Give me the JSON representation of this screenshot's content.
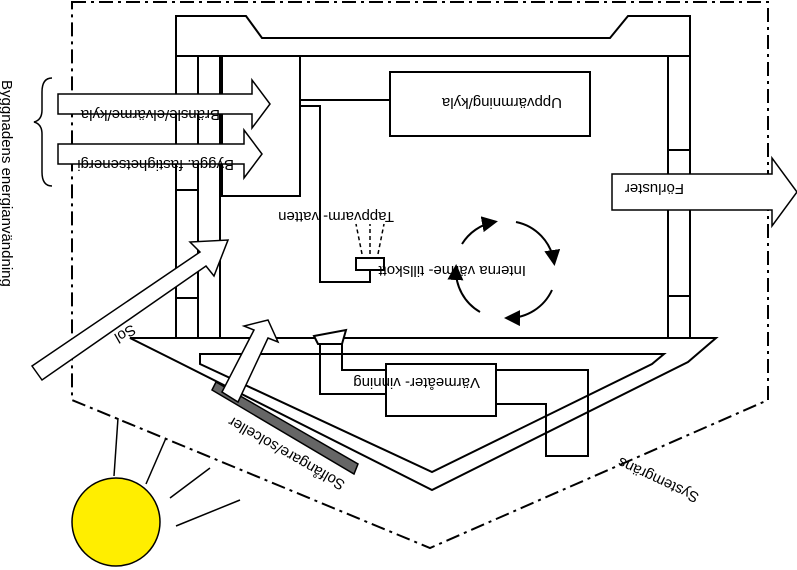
{
  "labels": {
    "energy_supply": "Byggnadens energianvändning",
    "fuel": "Bränsle/elvärme/kyla",
    "property_energy": "Bygga. fastighetsenergi",
    "heating_cooling": "Uppvärmning/kyla",
    "hot_water": "Tappvarm- vatten",
    "internal_heat": "Interna värme- tillskott",
    "losses": "Förluster",
    "sun": "Sol",
    "solar_cells": "Solfångare/solceller",
    "heat_recovery": "Värmeåter- vinning",
    "system_boundary": "Systemgräns"
  },
  "colors": {
    "sun_fill": "#ffee00",
    "panel_fill": "#666666",
    "line": "#000000",
    "background": "#ffffff"
  },
  "icons": [
    "sun-icon",
    "solar-panel-icon",
    "faucet-icon",
    "cycle-arrows-icon"
  ]
}
